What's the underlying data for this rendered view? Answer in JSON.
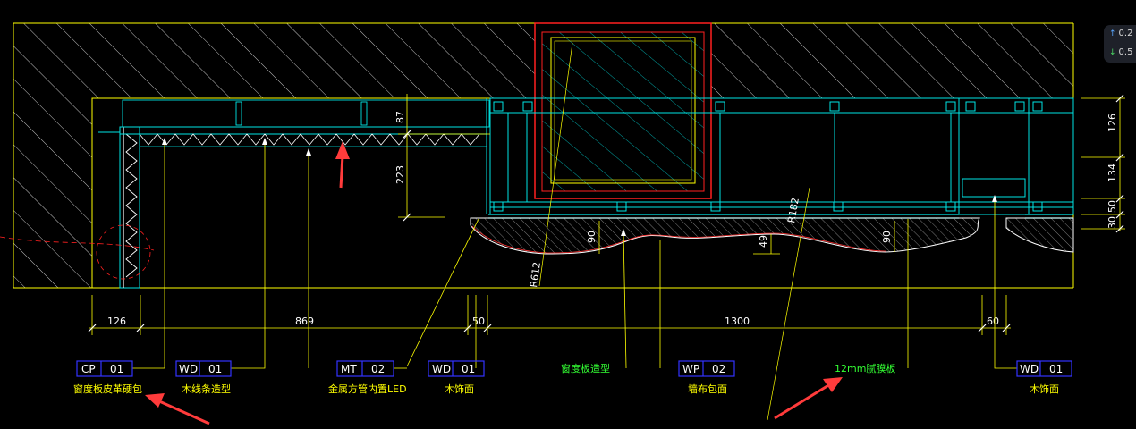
{
  "drawing": {
    "dims_bottom": [
      "126",
      "869",
      "50",
      "1300",
      "60"
    ],
    "dims_vertical_left": [
      "87",
      "223"
    ],
    "dims_vertical_right": [
      "126",
      "134",
      "50",
      "30"
    ],
    "dims_curve": [
      "90",
      "49",
      "90"
    ],
    "radii": [
      "R612",
      "R182"
    ],
    "callouts": [
      {
        "code": "CP",
        "num": "01",
        "name": "窗度板皮革硬包"
      },
      {
        "code": "WD",
        "num": "01",
        "name": "木线条造型"
      },
      {
        "code": "MT",
        "num": "02",
        "name": "金属方管内置LED"
      },
      {
        "code": "WD",
        "num": "01",
        "name": "木饰面"
      },
      {
        "code": "",
        "num": "",
        "name": "窗度板造型"
      },
      {
        "code": "WP",
        "num": "02",
        "name": "墙布包面"
      },
      {
        "code": "",
        "num": "",
        "name": "12mm腻膜板"
      },
      {
        "code": "WD",
        "num": "01",
        "name": "木饰面"
      }
    ]
  },
  "viewer": {
    "up_value": "0.2",
    "down_value": "0.5"
  },
  "colors": {
    "structure": "#ffff00",
    "frame": "#00e5e5",
    "beam": "#ff2020",
    "hatch": "#e0e0e0",
    "annotation_arrow": "#ff3b3b"
  }
}
